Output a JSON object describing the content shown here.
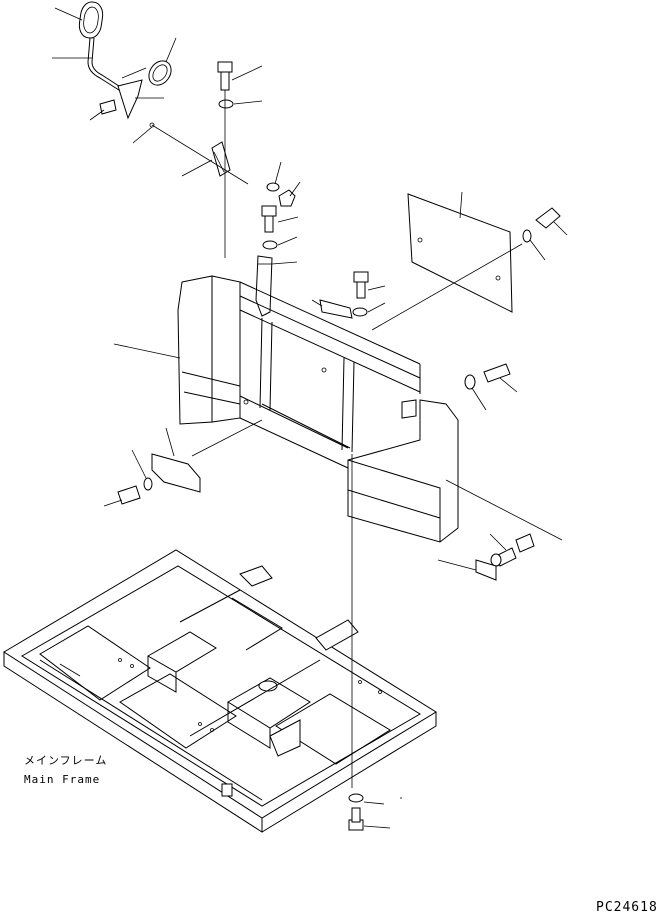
{
  "diagram": {
    "main_frame_label_jp": "メインフレーム",
    "main_frame_label_en": "Main Frame",
    "drawing_code": "PC24618"
  }
}
